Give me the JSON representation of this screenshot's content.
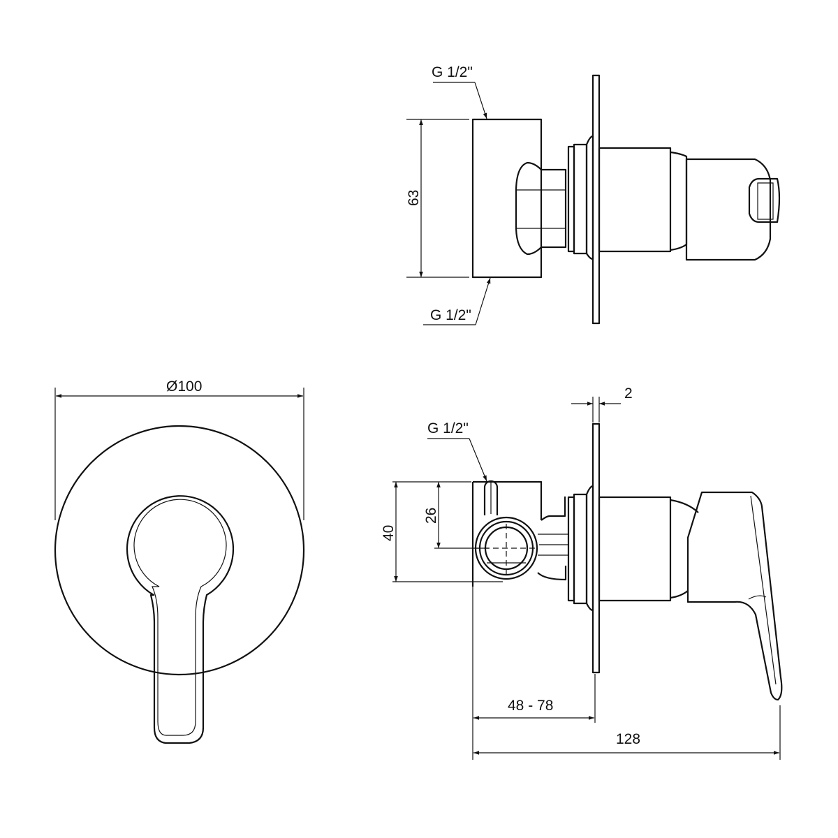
{
  "title": "Concealed shower mixer technical drawing",
  "colors": {
    "line": "#111111",
    "background": "#ffffff"
  },
  "top_view": {
    "thread_label_top": "G 1/2\"",
    "thread_label_bottom": "G 1/2\"",
    "height_dim": "63"
  },
  "front_view": {
    "diameter_dim": "Ø100"
  },
  "side_view": {
    "thread_label": "G 1/2\"",
    "plate_thickness_dim": "2",
    "body_height_dim": "40",
    "outlet_height_dim": "26",
    "wall_depth_dim": "48 - 78",
    "total_depth_dim": "128"
  }
}
